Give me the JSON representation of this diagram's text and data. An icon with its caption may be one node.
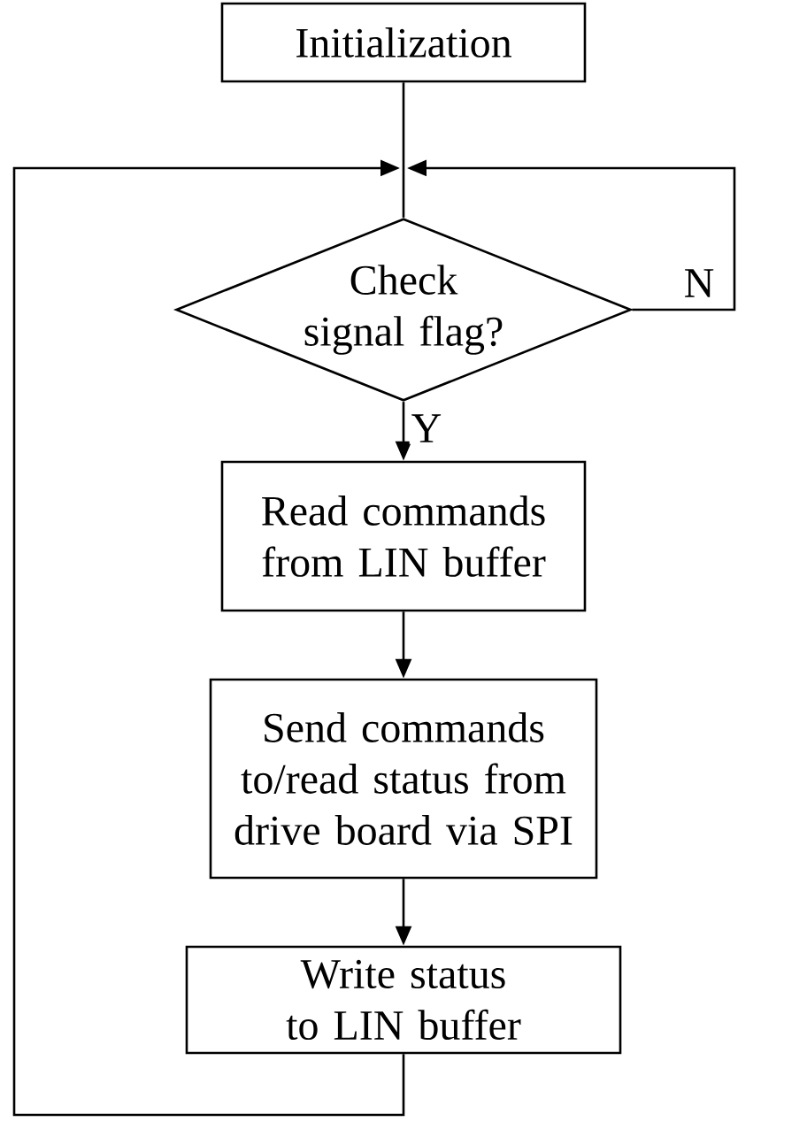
{
  "diagram": {
    "nodes": [
      {
        "text": [
          "Initialization"
        ]
      },
      {
        "text": [
          "Check signal flag?"
        ]
      },
      {
        "text": [
          "Read commands from LIN buffer"
        ]
      },
      {
        "text": [
          "Send commands to/read status from drive board via SPI"
        ]
      },
      {
        "text": [
          "Write status to LIN buffer"
        ]
      }
    ],
    "edges": [
      {
        "from": 0,
        "to": 1,
        "arrow": "none"
      },
      {
        "from": 1,
        "to": 1,
        "arrow": "to",
        "label": "N"
      },
      {
        "from": 1,
        "to": 2,
        "arrow": "to",
        "label": "Y"
      },
      {
        "from": 2,
        "to": 3,
        "arrow": "to"
      },
      {
        "from": 3,
        "to": 4,
        "arrow": "to"
      },
      {
        "from": 4,
        "to": 1,
        "arrow": "to"
      }
    ]
  }
}
